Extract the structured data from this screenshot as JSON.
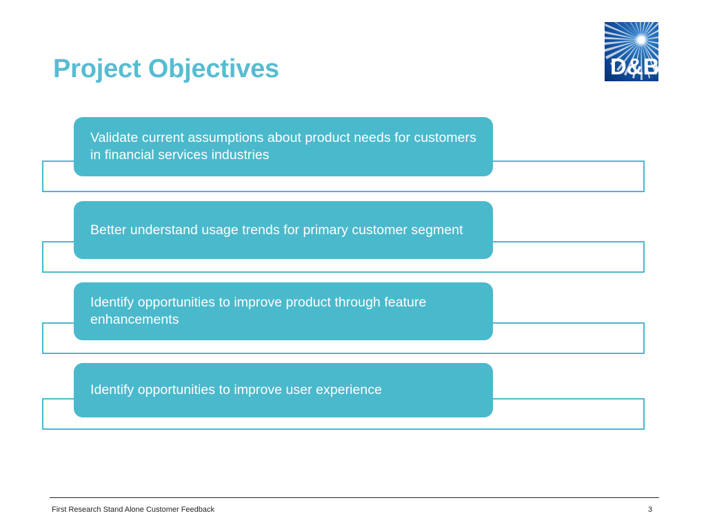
{
  "slide": {
    "title": "Project Objectives",
    "title_color": "#57bcd2",
    "accent_color": "#4ab9cc",
    "outline_color": "#49b8ce",
    "background_color": "#ffffff"
  },
  "logo": {
    "name": "dnb-logo",
    "wordmark": "D&B",
    "background_color": "#0b3f86",
    "ray_color": "#ffffff",
    "glow_color": "#ffffff"
  },
  "objectives": [
    {
      "text": "Validate current assumptions about product needs for customers in financial services industries"
    },
    {
      "text": "Better understand usage trends for primary customer segment"
    },
    {
      "text": "Identify opportunities to improve product through feature enhancements"
    },
    {
      "text": "Identify opportunities to improve user experience"
    }
  ],
  "footer": {
    "label": "First Research Stand Alone Customer Feedback",
    "page_number": "3",
    "rule_color": "#231f20"
  }
}
